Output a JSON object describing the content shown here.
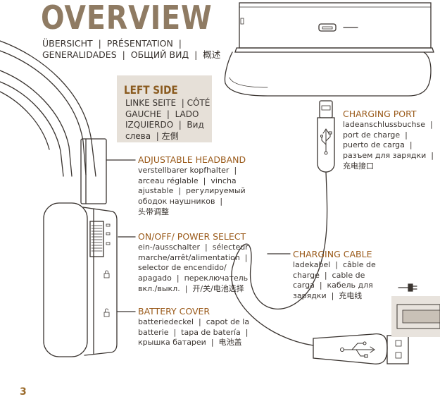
{
  "header": {
    "title": "OVERVIEW",
    "subtitle": "ÜBERSICHT  |  PRÉSENTATION  |\nGENERALIDADES  |  ОБЩИЙ ВИД  |  概述"
  },
  "left_side": {
    "title": "LEFT SIDE",
    "text": "LINKE SEITE  | CÔTÉ\nGAUCHE  |  LADO\nIZQUIERDO  |  Вид\nслева  | 左側"
  },
  "labels": {
    "headband": {
      "heading": "ADJUSTABLE HEADBAND",
      "text": "verstellbarer kopfhalter  |\narceau réglable  |  vincha\najustable  |  регулируемый\nободок наушников  |\n头带调整"
    },
    "power": {
      "heading": "ON/OFF/ POWER SELECT",
      "text": "ein-/ausschalter  |  sélecteur\nmarche/arrêt/alimentation  |\nselector de encendido/\napagado  |  переключатель\nвкл./выкл.  |  开/关/电池选择"
    },
    "battery": {
      "heading": "BATTERY COVER",
      "text": "batteriedeckel  |  capot de la\nbatterie  |  tapa de batería  |\nкрышка батареи  |  电池盖"
    },
    "port": {
      "heading": "CHARGING PORT",
      "text": "ladeanschlussbuchse  |\nport de charge  |\npuerto de carga  |\nразъем для зарядки  |\n充电接口"
    },
    "cable": {
      "heading": "CHARGING CABLE",
      "text": "ladekabel  |  câble de\ncharge  |  cable de\ncarga  |  кабель для\nзарядки  |  充电线"
    }
  },
  "page_number": "3",
  "colors": {
    "accent": "#9a5a1a",
    "title": "#8f7b63",
    "line": "#3a3430",
    "box": "#e6e0d8"
  }
}
